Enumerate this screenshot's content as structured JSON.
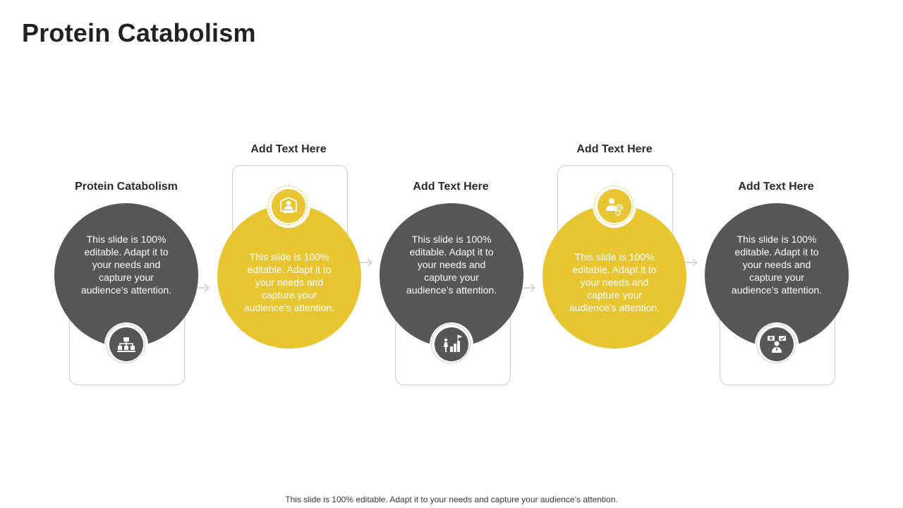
{
  "title": "Protein Catabolism",
  "footer": "This slide is 100% editable. Adapt it to your needs and capture your audience’s attention.",
  "colors": {
    "dark": "#575656",
    "accent": "#e8c531",
    "frame": "#cfcfcf"
  },
  "steps": [
    {
      "label": "Protein Catabolism",
      "body": "This slide is 100% editable. Adapt it to your needs and capture your audience’s attention.",
      "icon": "hierarchy-chart-icon"
    },
    {
      "label": "Add Text Here",
      "body": "This slide is 100% editable. Adapt it to your needs and capture your audience’s attention.",
      "icon": "presenter-board-icon"
    },
    {
      "label": "Add Text Here",
      "body": "This slide is 100% editable. Adapt it to your needs and capture your audience’s attention.",
      "icon": "growth-stairs-flag-icon"
    },
    {
      "label": "Add Text Here",
      "body": "This slide is 100% editable. Adapt it to your needs and capture your audience’s attention.",
      "icon": "team-settings-icon"
    },
    {
      "label": "Add Text Here",
      "body": "This slide is 100% editable. Adapt it to your needs and capture your audience’s attention.",
      "icon": "decision-person-icon"
    }
  ]
}
